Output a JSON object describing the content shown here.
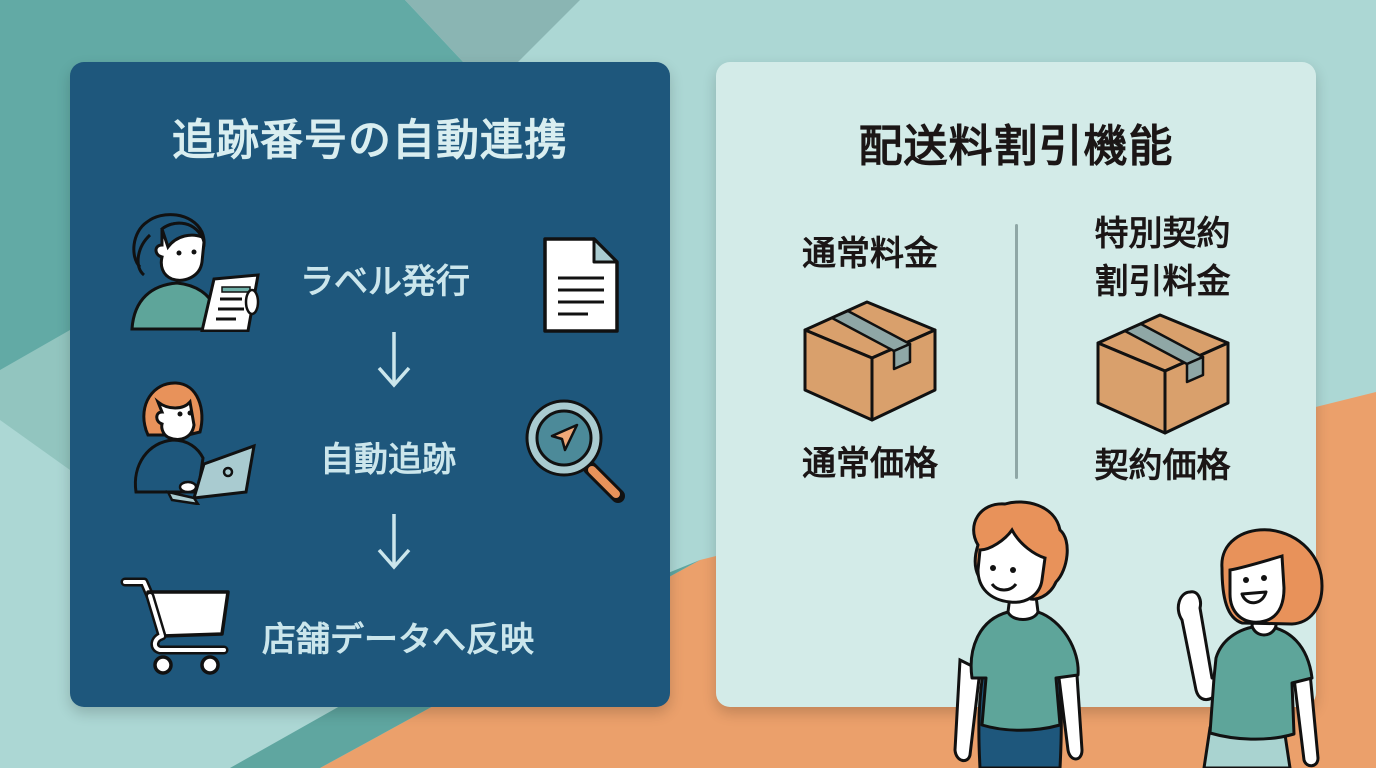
{
  "colors": {
    "background_light": "#acd7d4",
    "background_teal": "#62aaa5",
    "background_grey_teal": "#8ab5b3",
    "background_orange": "#eba06b",
    "left_card": "#1e577c",
    "right_card": "#d3ebe8",
    "left_text": "#d0e8ee",
    "right_text": "#1b1616",
    "box_brown": "#d9a06c",
    "tape_grey": "#8fa7a6",
    "shirt_teal": "#5ea59a",
    "hair_orange": "#e8925a"
  },
  "left_panel": {
    "title": "追跡番号の自動連携",
    "steps": [
      {
        "label": "ラベル発行",
        "left_icon": "person-holding-document-icon",
        "right_icon": "document-icon"
      },
      {
        "label": "自動追跡",
        "left_icon": "person-with-laptop-icon",
        "right_icon": "magnifier-location-icon"
      },
      {
        "label": "店舗データへ反映",
        "left_icon": "shopping-cart-icon"
      }
    ],
    "arrow_glyph": "↓"
  },
  "right_panel": {
    "title": "配送料割引機能",
    "columns": [
      {
        "heading_lines": [
          "通常料金"
        ],
        "icon": "cardboard-box-icon",
        "caption": "通常価格"
      },
      {
        "heading_lines": [
          "特別契約",
          "割引料金"
        ],
        "icon": "cardboard-box-icon",
        "caption": "契約価格"
      }
    ]
  },
  "characters": [
    {
      "name": "curly-hair-person",
      "position": "bottom-right"
    },
    {
      "name": "waving-person",
      "position": "bottom-right"
    }
  ]
}
